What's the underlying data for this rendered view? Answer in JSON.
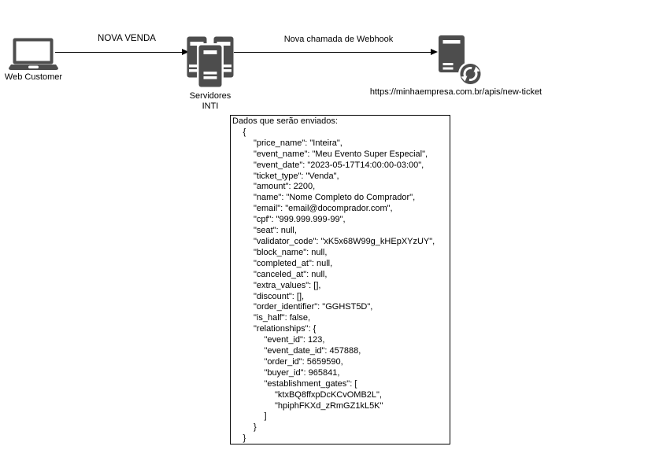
{
  "diagram": {
    "nodes": {
      "web_customer": {
        "label": "Web Customer"
      },
      "servers": {
        "label_line1": "Servidores",
        "label_line2": "INTI"
      },
      "webhook": {
        "url": "https://minhaempresa.com.br/apis/new-ticket"
      }
    },
    "arrows": {
      "nova_venda": {
        "label": "NOVA VENDA"
      },
      "webhook_call": {
        "label": "Nova chamada de Webhook"
      }
    }
  },
  "payload_box": {
    "title": "Dados que serão enviados:",
    "lines": [
      {
        "indent": 1,
        "text": "{"
      },
      {
        "indent": 2,
        "text": "\"price_name\": \"Inteira\","
      },
      {
        "indent": 2,
        "text": "\"event_name\": \"Meu Evento Super Especial\","
      },
      {
        "indent": 2,
        "text": "\"event_date\": \"2023-05-17T14:00:00-03:00\","
      },
      {
        "indent": 2,
        "text": "\"ticket_type\": \"Venda\","
      },
      {
        "indent": 2,
        "text": "\"amount\": 2200,"
      },
      {
        "indent": 2,
        "text": "\"name\": \"Nome Completo do Comprador\","
      },
      {
        "indent": 2,
        "text": "\"email\": \"email@docomprador.com\","
      },
      {
        "indent": 2,
        "text": "\"cpf\": \"999.999.999-99\","
      },
      {
        "indent": 2,
        "text": "\"seat\": null,"
      },
      {
        "indent": 2,
        "text": "\"validator_code\": \"xK5x68W99g_kHEpXYzUY\","
      },
      {
        "indent": 2,
        "text": "\"block_name\": null,"
      },
      {
        "indent": 2,
        "text": "\"completed_at\": null,"
      },
      {
        "indent": 2,
        "text": "\"canceled_at\": null,"
      },
      {
        "indent": 2,
        "text": "\"extra_values\": [],"
      },
      {
        "indent": 2,
        "text": "\"discount\": [],"
      },
      {
        "indent": 2,
        "text": "\"order_identifier\": \"GGHST5D\","
      },
      {
        "indent": 2,
        "text": "\"is_half\": false,"
      },
      {
        "indent": 2,
        "text": "\"relationships\": {"
      },
      {
        "indent": 3,
        "text": "\"event_id\": 123,"
      },
      {
        "indent": 3,
        "text": "\"event_date_id\": 457888,"
      },
      {
        "indent": 3,
        "text": "\"order_id\": 5659590,"
      },
      {
        "indent": 3,
        "text": "\"buyer_id\": 965841,"
      },
      {
        "indent": 3,
        "text": "\"establishment_gates\": ["
      },
      {
        "indent": 4,
        "text": "\"ktxBQ8ffxpDcKCvOMB2L\","
      },
      {
        "indent": 4,
        "text": "\"hpiphFKXd_zRmGZ1kL5K\""
      },
      {
        "indent": 3,
        "text": "]"
      },
      {
        "indent": 2,
        "text": "}"
      },
      {
        "indent": 1,
        "text": "}"
      }
    ]
  },
  "colors": {
    "icon_fill": "#4d4d4d",
    "line": "#000000",
    "text": "#000000"
  }
}
